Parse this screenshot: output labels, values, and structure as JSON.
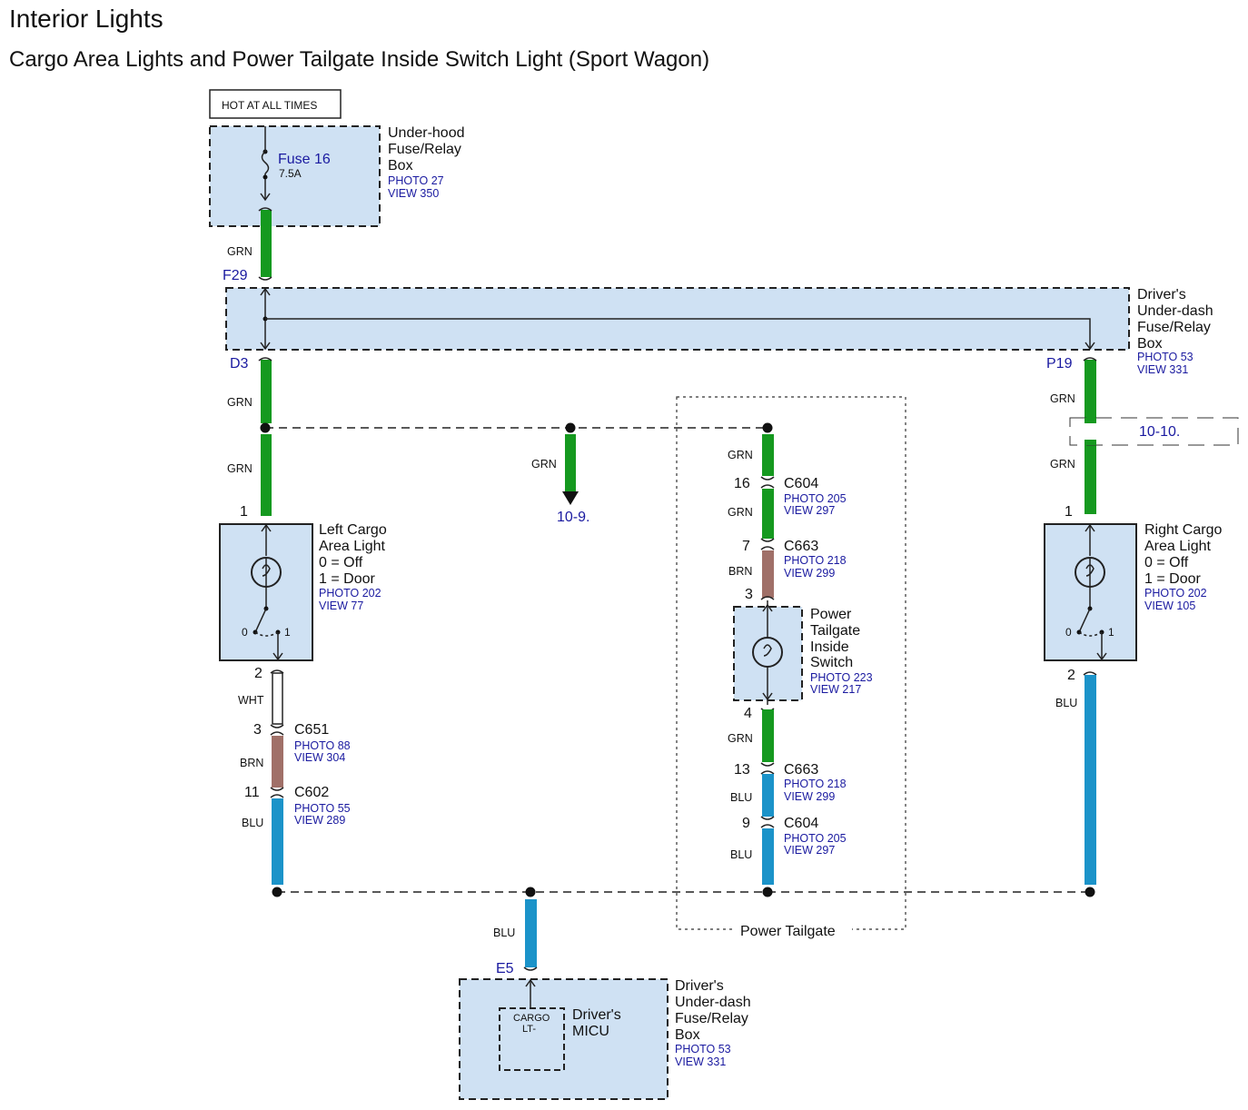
{
  "title": "Interior Lights",
  "subtitle": "Cargo Area Lights and Power Tailgate Inside Switch Light (Sport Wagon)",
  "hot_label": "HOT AT ALL TIMES",
  "underhood_box": {
    "name_lines": [
      "Under-hood",
      "Fuse/Relay",
      "Box"
    ],
    "photo": "PHOTO 27",
    "view": "VIEW 350",
    "fuse_name": "Fuse 16",
    "fuse_rating": "7.5A"
  },
  "dash_box": {
    "name_lines": [
      "Driver's",
      "Under-dash",
      "Fuse/Relay",
      "Box"
    ],
    "photo": "PHOTO 53",
    "view": "VIEW 331"
  },
  "terminals": {
    "f29": "F29",
    "d3": "D3",
    "p19": "P19",
    "e5": "E5"
  },
  "wire_colors": {
    "grn": "GRN",
    "wht": "WHT",
    "brn": "BRN",
    "blu": "BLU"
  },
  "colors": {
    "green": "#15991f",
    "blue": "#1b93c9",
    "brown": "#a07068",
    "box_fill": "#cfe1f3",
    "link_blue": "#1a1aa0"
  },
  "refs": {
    "to_10_9": "10-9.",
    "to_10_10": "10-10."
  },
  "left_light": {
    "name_lines": [
      "Left Cargo",
      "Area Light",
      "0 = Off",
      "1 = Door"
    ],
    "photo": "PHOTO 202",
    "view": "VIEW 77",
    "pin_top": "1",
    "pin_bottom": "2",
    "sw0": "0",
    "sw1": "1"
  },
  "right_light": {
    "name_lines": [
      "Right Cargo",
      "Area Light",
      "0 = Off",
      "1 = Door"
    ],
    "photo": "PHOTO 202",
    "view": "VIEW 105",
    "pin_top": "1",
    "pin_bottom": "2",
    "sw0": "0",
    "sw1": "1"
  },
  "connectors": {
    "c651": {
      "name": "C651",
      "pin": "3",
      "photo": "PHOTO 88",
      "view": "VIEW 304"
    },
    "c602": {
      "name": "C602",
      "pin": "11",
      "photo": "PHOTO 55",
      "view": "VIEW 289"
    },
    "c604_a": {
      "name": "C604",
      "pin": "16",
      "photo": "PHOTO 205",
      "view": "VIEW 297"
    },
    "c663_a": {
      "name": "C663",
      "pin": "7",
      "photo": "PHOTO 218",
      "view": "VIEW 299"
    },
    "c663_b": {
      "name": "C663",
      "pin": "13",
      "photo": "PHOTO 218",
      "view": "VIEW 299"
    },
    "c604_b": {
      "name": "C604",
      "pin": "9",
      "photo": "PHOTO 205",
      "view": "VIEW 297"
    }
  },
  "tailgate_switch": {
    "name_lines": [
      "Power",
      "Tailgate",
      "Inside",
      "Switch"
    ],
    "photo": "PHOTO 223",
    "view": "VIEW 217",
    "pin_top": "3",
    "pin_bottom": "4"
  },
  "power_tailgate_label": "Power Tailgate",
  "micu": {
    "name_lines": [
      "Driver's",
      "MICU"
    ],
    "cargo_lines": [
      "CARGO",
      "LT-"
    ]
  },
  "micu_box": {
    "name_lines": [
      "Driver's",
      "Under-dash",
      "Fuse/Relay",
      "Box"
    ],
    "photo": "PHOTO 53",
    "view": "VIEW 331"
  }
}
